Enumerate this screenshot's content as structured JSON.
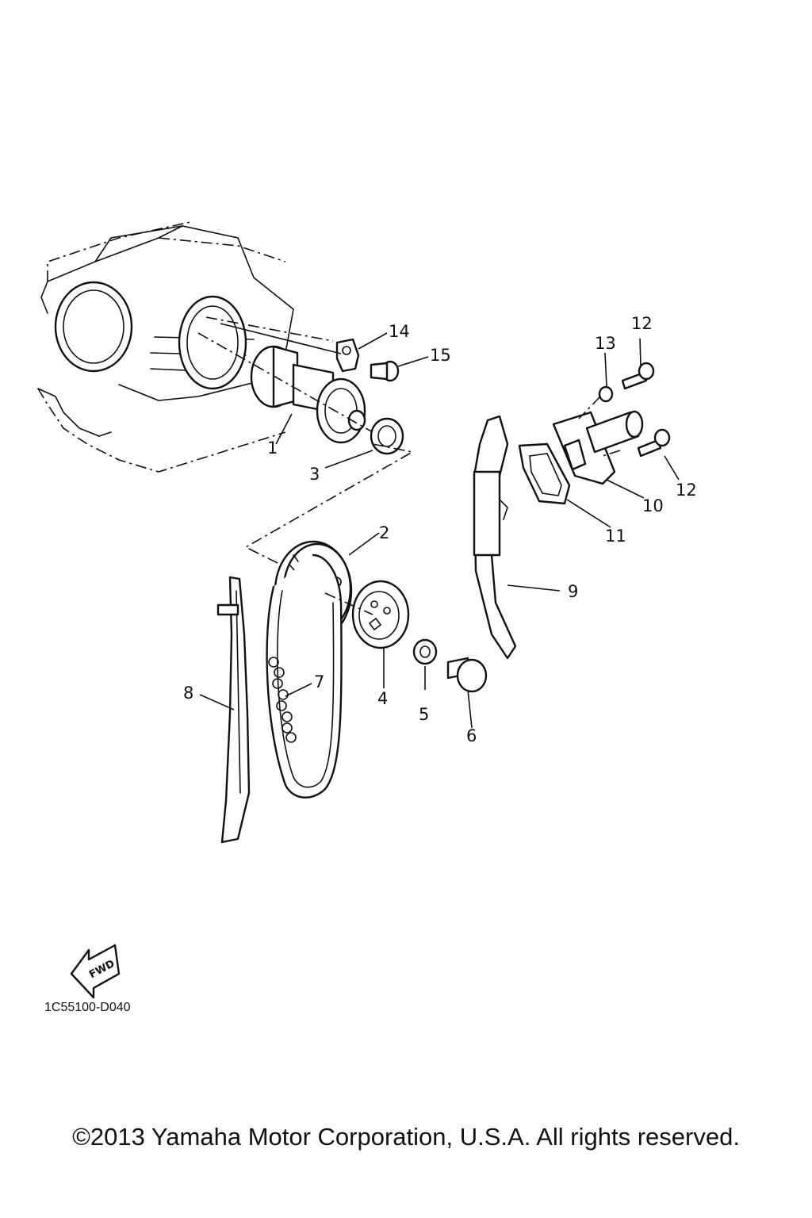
{
  "callouts": {
    "c1": "1",
    "c2": "2",
    "c3": "3",
    "c4": "4",
    "c5": "5",
    "c6": "6",
    "c7": "7",
    "c8": "8",
    "c9": "9",
    "c10": "10",
    "c11": "11",
    "c12a": "12",
    "c12b": "12",
    "c13": "13",
    "c14": "14",
    "c15": "15"
  },
  "fwd_label": "FWD",
  "diagram_code": "1C55100-D040",
  "copyright": "©2013 Yamaha Motor Corporation, U.S.A. All rights reserved."
}
